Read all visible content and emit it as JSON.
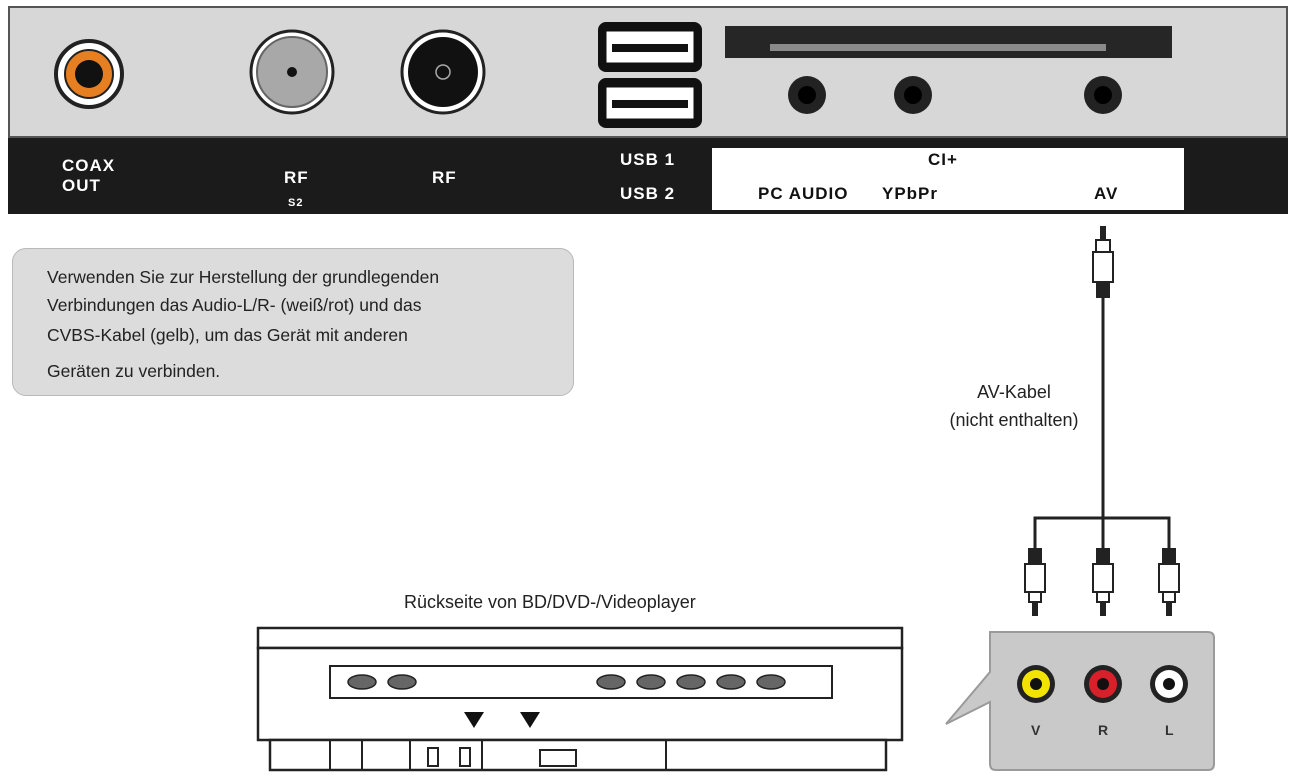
{
  "tv_panel": {
    "labels": {
      "coax_line1": "COAX",
      "coax_line2": "OUT",
      "rf1": "RF",
      "rf1_sub": "S2",
      "rf2": "RF",
      "usb1": "USB 1",
      "usb2": "USB 2",
      "ci": "CI+",
      "pc_audio": "PC AUDIO",
      "ypbpr": "YPbPr",
      "av": "AV"
    }
  },
  "info_box": {
    "lines": [
      "Verwenden Sie zur Herstellung der grundlegenden",
      "Verbindungen das Audio-L/R- (weiß/rot) und das",
      "CVBS-Kabel (gelb), um das Gerät mit anderen",
      "Geräten zu verbinden."
    ]
  },
  "cable": {
    "line1": "AV-Kabel",
    "line2": "(nicht enthalten)"
  },
  "player": {
    "title": "Rückseite von BD/DVD-/Videoplayer"
  },
  "jacks": {
    "v": "V",
    "r": "R",
    "l": "L",
    "colors": {
      "video": "#f2e400",
      "right": "#d8202a",
      "left": "#ffffff"
    }
  }
}
